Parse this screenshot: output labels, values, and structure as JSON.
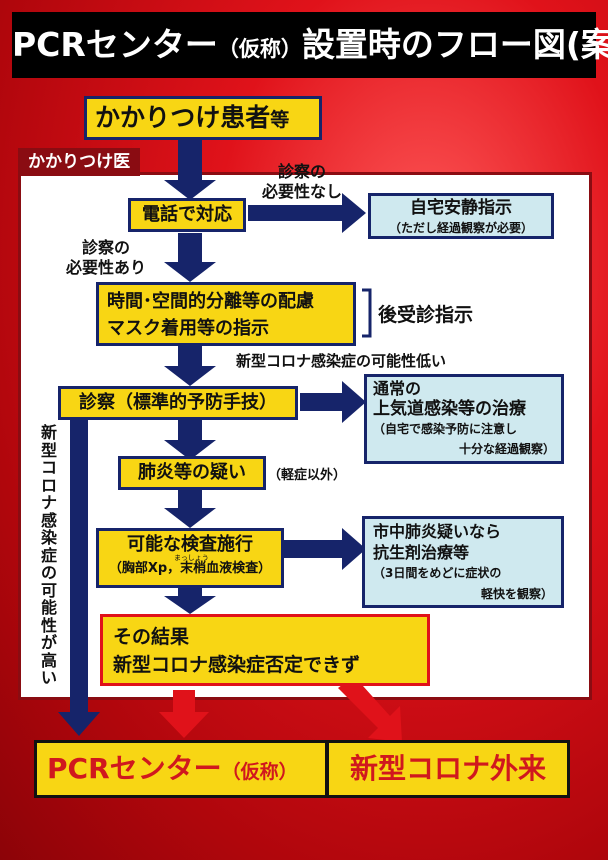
{
  "title": {
    "main_a": "PCRセンター",
    "main_b": "（仮称）",
    "main_c": "設置時のフロー図(案)"
  },
  "patient": {
    "label": "かかりつけ患者",
    "suffix": "等"
  },
  "doctor_tag": "かかりつけ医",
  "phone": {
    "label": "電話で対応"
  },
  "no_exam": {
    "line1": "診察の",
    "line2": "必要性なし"
  },
  "exam_needed": {
    "line1": "診察の",
    "line2": "必要性あり"
  },
  "home_rest": {
    "line1": "自宅安静指示",
    "line2": "（ただし経過観察が必要）"
  },
  "separation": {
    "line1": "時間･空間的分離等の配慮",
    "line2": "マスク着用等の指示",
    "bracket": "]",
    "side": "後受診指示"
  },
  "low_possibility": "新型コロナ感染症の可能性低い",
  "exam": {
    "label": "診察（標準的予防手技）"
  },
  "normal_treat": {
    "line1": "通常の",
    "line2": "上気道感染等の治療",
    "line3": "（自宅で感染予防に注意し",
    "line4": "十分な経過観察）"
  },
  "pneumonia": {
    "label": "肺炎等の疑い",
    "note": "（軽症以外）"
  },
  "testing": {
    "line1": "可能な検査施行",
    "line2": "（胸部Xp，末梢血液検査）",
    "ruby": "まっしょう"
  },
  "antibiotic": {
    "line1": "市中肺炎疑いなら",
    "line2": "抗生剤治療等",
    "line3": "（3日間をめどに症状の",
    "line4": "軽快を観察）"
  },
  "result": {
    "line1": "その結果",
    "line2": "新型コロナ感染症否定できず"
  },
  "high_possibility": [
    "新",
    "型",
    "コ",
    "ロ",
    "ナ",
    "感",
    "染",
    "症",
    "の",
    "可",
    "能",
    "性",
    "が",
    "高",
    "い"
  ],
  "bottom": {
    "pcr_a": "PCRセンター",
    "pcr_b": "（仮称）",
    "outpatient": "新型コロナ外来"
  }
}
